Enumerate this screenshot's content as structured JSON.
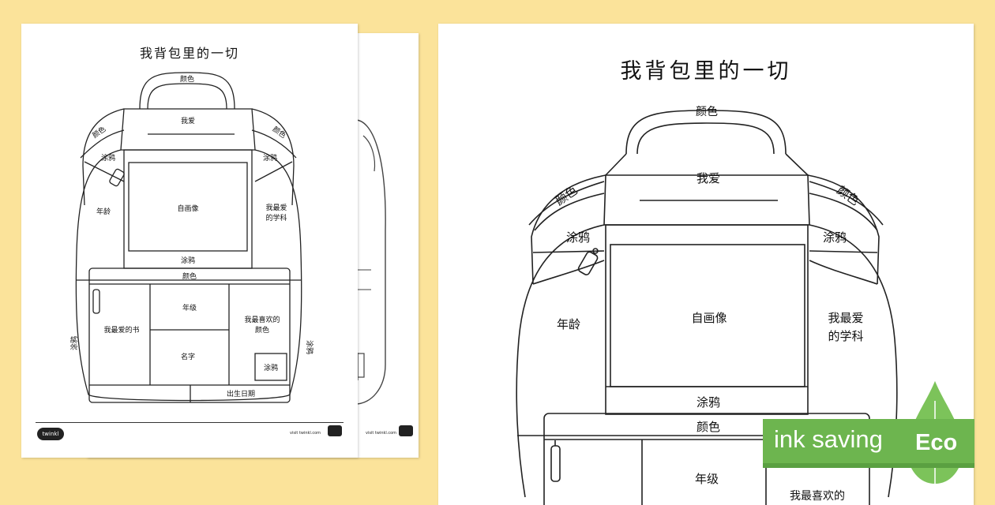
{
  "worksheet": {
    "title": "我背包里的一切",
    "labels": {
      "top_color": "颜色",
      "i_love": "我爱",
      "left_strap_color": "颜色",
      "right_strap_color": "颜色",
      "left_doodle": "涂鸦",
      "right_doodle": "涂鸦",
      "age": "年龄",
      "self_portrait": "自画像",
      "fav_subject_line1": "我最爱",
      "fav_subject_line2": "的学科",
      "mid_doodle": "涂鸦",
      "pocket_color": "颜色",
      "fav_book": "我最爱的书",
      "grade": "年级",
      "name": "名字",
      "fav_color_line1": "我最喜欢的",
      "fav_color_line2": "颜色",
      "box_doodle": "涂鸦",
      "side_doodle_left": "涂鸦",
      "side_doodle_right": "涂鸦",
      "birthday": "出生日期"
    },
    "footer": {
      "logo": "twinkl",
      "visit": "visit twinkl.com"
    }
  },
  "eco_badge": {
    "text": "ink saving",
    "word": "Eco",
    "color": "#6db54f"
  },
  "colors": {
    "background": "#fbe39a",
    "line": "#222222"
  }
}
